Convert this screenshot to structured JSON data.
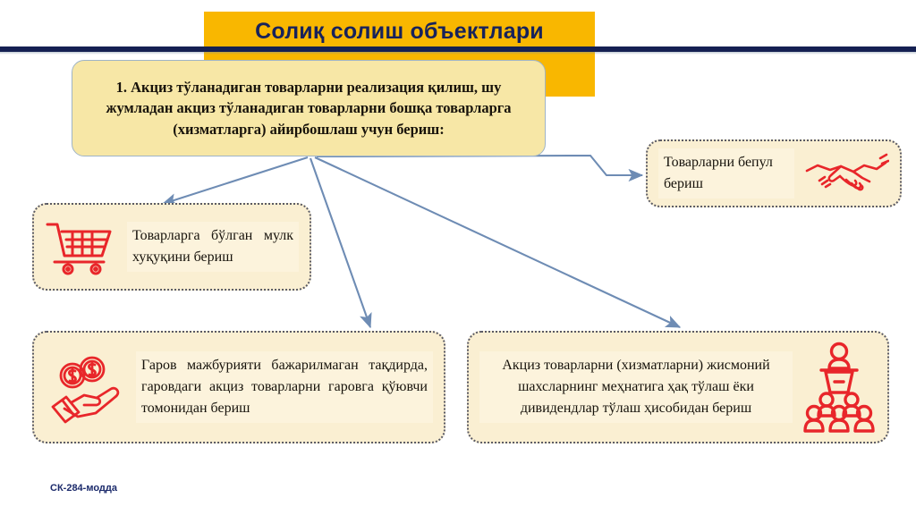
{
  "slide": {
    "title": "Солиқ солиш объектлари",
    "footnote": "СК-284-модда",
    "colors": {
      "band": "#F9B700",
      "rule": "#152052",
      "title_text": "#17225B",
      "card_fill": "#FAEFD2",
      "card_border": "#5A5A64",
      "main_fill": "#F7E7A6",
      "icon_red": "#E8262A",
      "connector": "#6E8CB4"
    }
  },
  "main_statement": {
    "text": "1. Акциз тўланадиган товарларни реализация қилиш, шу жумладан акциз тўланадиган товарларни бошқа товарларга (хизматларга) айирбошлаш учун бериш:"
  },
  "cards": [
    {
      "id": "free-transfer",
      "text": "Товарларни бепул бериш",
      "icon": "handshake-icon"
    },
    {
      "id": "property-right",
      "text": "Товарларга бўлган мулк хуқуқини бериш",
      "icon": "shopping-cart-icon"
    },
    {
      "id": "pledge",
      "text": "Гаров мажбурияти бажарилмаган тақдирда, гаровдаги акциз товарларни гаровга қўювчи томонидан бериш",
      "icon": "hand-coins-icon"
    },
    {
      "id": "wages",
      "text": "Акциз товарларни (хизматларни) жисмоний шахсларнинг меҳнатига ҳақ тўлаш ёки дивидендлар тўлаш ҳисобидан бериш",
      "icon": "presentation-audience-icon"
    }
  ]
}
